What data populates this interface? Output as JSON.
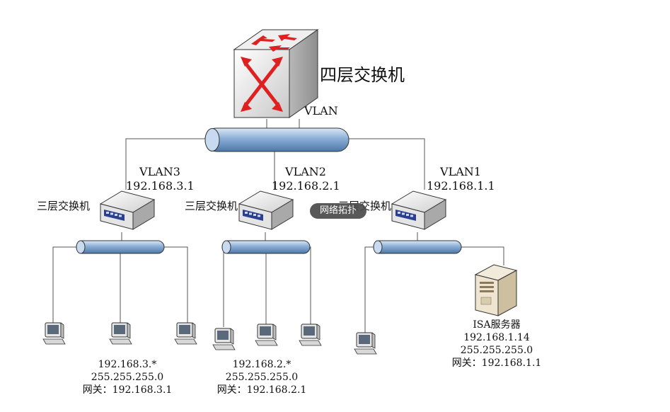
{
  "core": {
    "label": "四层交换机",
    "vlan": "VLAN"
  },
  "branches": [
    {
      "vlan": "VLAN3",
      "ip": "192.168.3.1",
      "switch_label": "三层交换机",
      "subnet": {
        "ip": "192.168.3.*",
        "mask": "255.255.255.0",
        "gateway": "网关：192.168.3.1"
      }
    },
    {
      "vlan": "VLAN2",
      "ip": "192.168.2.1",
      "switch_label": "三层交换机",
      "subnet": {
        "ip": "192.168.2.*",
        "mask": "255.255.255.0",
        "gateway": "网关：192.168.2.1"
      }
    },
    {
      "vlan": "VLAN1",
      "ip": "192.168.1.1",
      "switch_label": "三层交换机",
      "server": {
        "name": "ISA服务器",
        "ip": "192.168.1.14",
        "mask": "255.255.255.0",
        "gateway": "网关：192.168.1.1"
      }
    }
  ],
  "badge": "网络拓扑",
  "colors": {
    "arrow": "#e02020",
    "bus": "#8aaed6",
    "line": "#555555"
  }
}
